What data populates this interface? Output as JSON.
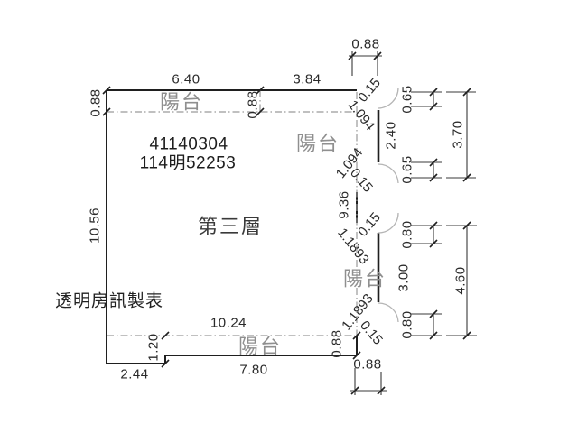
{
  "labels": {
    "registry_no": "41140304",
    "case_no": "114明52253",
    "floor": "第三層",
    "maker": "透明房訊製表",
    "balcony_top": "陽台",
    "balcony_upper_right": "陽台",
    "balcony_right": "陽台",
    "balcony_bottom": "陽台"
  },
  "dimensions": {
    "top_width_left": "6.40",
    "top_width_right": "3.84",
    "top_right_small": "0.88",
    "left_balcony_depth": "0.88",
    "mid_balcony_depth": "0.88",
    "left_wall_height": "10.56",
    "right_wall_height": "9.36",
    "window1_length": "2.40",
    "window1_offset_top": "1.094",
    "window1_offset_bottom": "1.094",
    "wall_thickness_1": "0.15",
    "wall_thickness_2": "0.15",
    "wall_thickness_3": "0.15",
    "wall_thickness_4": "0.15",
    "ur_segment_top": "0.65",
    "ur_segment_bottom": "0.65",
    "ur_total": "3.70",
    "window2_length": "3.00",
    "window2_offset_top": "1.1893",
    "window2_offset_bottom": "1.1893",
    "r_segment_top": "0.80",
    "r_segment_bottom": "0.80",
    "r_total": "4.60",
    "bottom_dashed_width": "10.24",
    "bottom_wall_width": "7.80",
    "bottom_left_width": "2.44",
    "bottom_step": "1.20",
    "bottom_balcony_depth": "0.88",
    "bottom_right_small": "0.88"
  },
  "colors": {
    "wall": "#1f1f1f",
    "dashed": "#9a9a9a",
    "arc": "#b5b5b5",
    "balcony_text": "#8f8f8f",
    "background": "#ffffff"
  }
}
